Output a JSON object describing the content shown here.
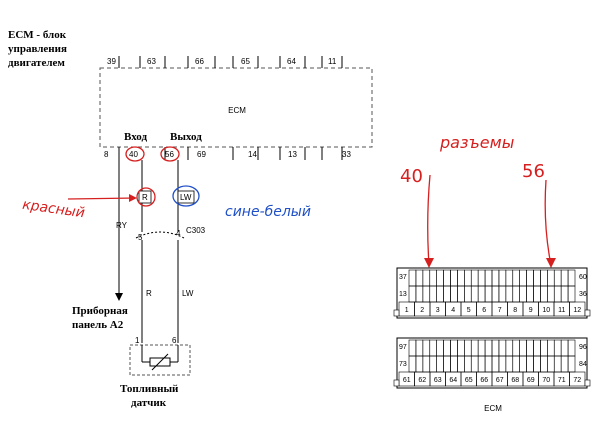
{
  "ecm_title": "ECM - блок управления двигателем",
  "ecm_title_lines": [
    "ECM - блок",
    "управления",
    "двигателем"
  ],
  "ecm_label": "ECM",
  "top_pins": [
    "39",
    "63",
    "66",
    "65",
    "64",
    "11"
  ],
  "bottom_pins": [
    "8",
    "40",
    "56",
    "69",
    "14",
    "13",
    "33"
  ],
  "vhod": "Вход",
  "vyhod": "Выход",
  "wire_ry": "RY",
  "wire_r": "R",
  "wire_lw": "LW",
  "connector_c303": "C303",
  "c303_pin_left": "5",
  "c303_pin_right": "4",
  "sensor_pin_left": "1",
  "sensor_pin_right": "6",
  "dashboard": "Приборная панель А2",
  "dashboard_lines": [
    "Приборная",
    "панель А2"
  ],
  "sensor": "Топливный датчик",
  "sensor_lines": [
    "Топливный",
    "датчик"
  ],
  "hand_red_left": "красный",
  "hand_blue": "сине-белый",
  "hand_red_right": "разъемы",
  "hand_40": "40",
  "hand_56": "56",
  "connector_rows": {
    "row1_side_left": [
      "37",
      "13"
    ],
    "row1_side_right": [
      "60",
      "36"
    ],
    "row1_numbers": [
      "1",
      "2",
      "3",
      "4",
      "5",
      "6",
      "7",
      "8",
      "9",
      "10",
      "11",
      "12"
    ],
    "row2_side_left": [
      "97",
      "73"
    ],
    "row2_side_right": [
      "96",
      "84"
    ],
    "row2_numbers": [
      "61",
      "62",
      "63",
      "64",
      "65",
      "66",
      "67",
      "68",
      "69",
      "70",
      "71",
      "72"
    ]
  },
  "ecm_bottom_label": "ECM",
  "colors": {
    "hand_red": "#d62020",
    "hand_blue": "#2050c8",
    "line": "#000000",
    "dashed": "#555555"
  }
}
